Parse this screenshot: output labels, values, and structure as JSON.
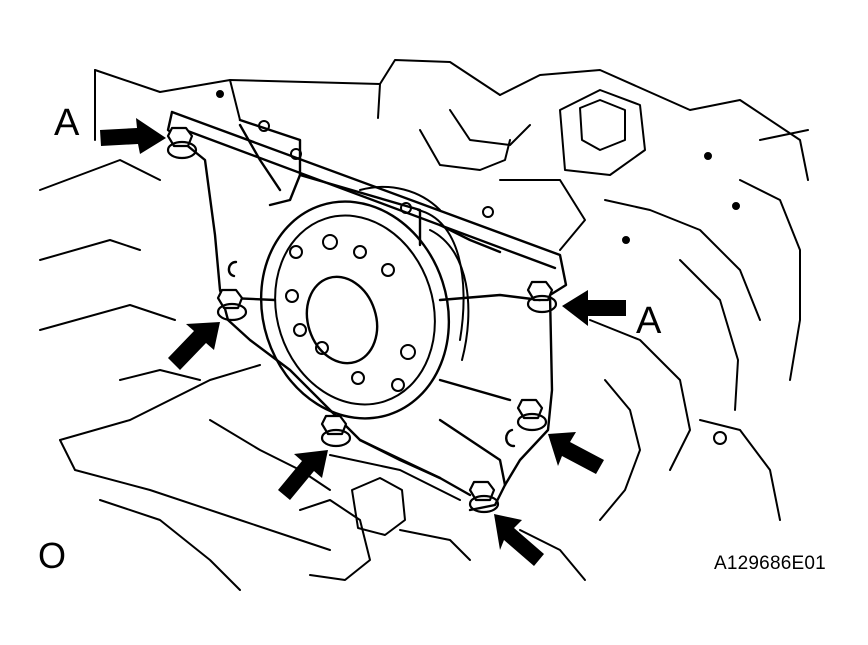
{
  "diagram": {
    "labels": {
      "a_left": "A",
      "a_right": "A",
      "o_mark": "O",
      "reference_code": "A129686E01"
    },
    "colors": {
      "ink": "#000000",
      "paper": "#ffffff"
    },
    "bolt_count": 6,
    "arrow_count": 6
  }
}
